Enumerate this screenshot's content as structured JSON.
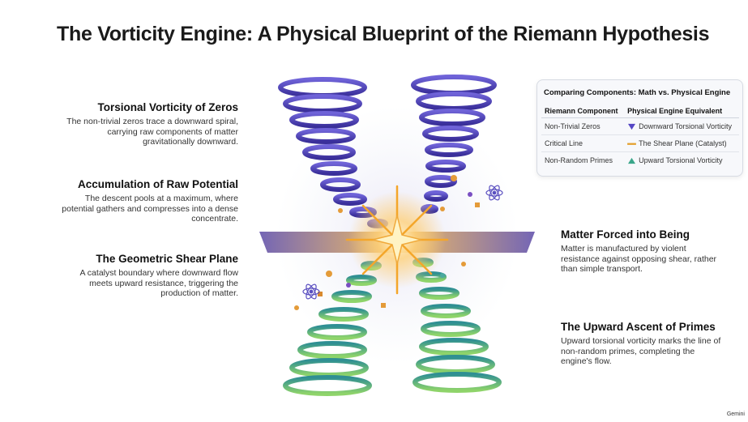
{
  "title": "The Vorticity Engine: A Physical Blueprint of the Riemann Hypothesis",
  "sections": {
    "torsional": {
      "heading": "Torsional Vorticity of Zeros",
      "body": "The non-trivial zeros trace a downward spiral, carrying raw components of matter gravitationally downward."
    },
    "accumulation": {
      "heading": "Accumulation of Raw Potential",
      "body": "The descent pools at a maximum, where potential gathers and compresses into a dense concentrate."
    },
    "shear": {
      "heading": "The Geometric Shear Plane",
      "body": "A catalyst boundary where downward flow meets upward resistance, triggering the production of matter."
    },
    "matter": {
      "heading": "Matter Forced into Being",
      "body": "Matter is manufactured by violent resistance against opposing shear, rather than simple transport."
    },
    "ascent": {
      "heading": "The Upward Ascent of Primes",
      "body": "Upward torsional vorticity marks the line of non-random primes, completing the engine's flow."
    }
  },
  "table": {
    "caption": "Comparing Components: Math vs. Physical Engine",
    "headers": [
      "Riemann Component",
      "Physical Engine Equivalent"
    ],
    "rows": [
      {
        "math": "Non-Trivial Zeros",
        "icon": "down-triangle-icon",
        "physical": "Downward Torsional Vorticity"
      },
      {
        "math": "Critical Line",
        "icon": "shear-line-icon",
        "physical": "The Shear Plane (Catalyst)"
      },
      {
        "math": "Non-Random Primes",
        "icon": "up-triangle-icon",
        "physical": "Upward Torsional Vorticity"
      }
    ]
  },
  "brand": "Gemini",
  "colors": {
    "downward_spiral": "#5546c4",
    "upward_spiral": "#3aa68a",
    "shear_plane": "#e3a02c",
    "burst": "#f7c25a"
  }
}
